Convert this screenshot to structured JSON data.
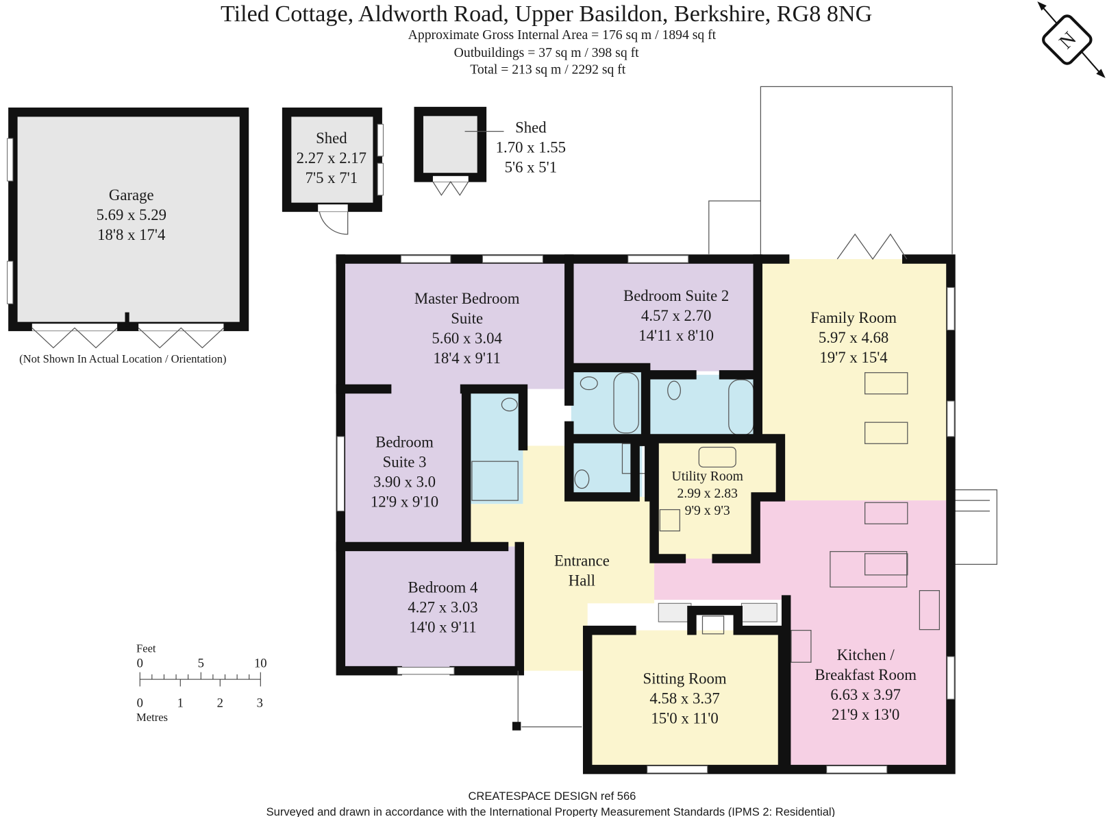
{
  "header": {
    "title": "Tiled Cottage, Aldworth Road, Upper Basildon, Berkshire, RG8 8NG",
    "area_lines": [
      "Approximate Gross Internal Area = 176 sq m / 1894 sq ft",
      "Outbuildings = 37 sq m /  398 sq ft",
      "Total = 213 sq m /  2292 sq ft"
    ]
  },
  "compass": {
    "label": "N"
  },
  "outbuildings": {
    "garage": {
      "name": "Garage",
      "metric": "5.69 x 5.29",
      "imperial": "18'8 x 17'4"
    },
    "shed1": {
      "name": "Shed",
      "metric": "2.27 x 2.17",
      "imperial": "7'5 x 7'1"
    },
    "shed2": {
      "name": "Shed",
      "metric": "1.70 x 1.55",
      "imperial": "5'6 x 5'1"
    },
    "note": "(Not Shown In Actual Location / Orientation)"
  },
  "rooms": {
    "master": {
      "name": [
        "Master Bedroom",
        "Suite"
      ],
      "metric": "5.60 x 3.04",
      "imperial": "18'4 x 9'11"
    },
    "suite2": {
      "name": [
        "Bedroom Suite 2"
      ],
      "metric": "4.57 x 2.70",
      "imperial": "14'11 x 8'10"
    },
    "family": {
      "name": [
        "Family Room"
      ],
      "metric": "5.97 x 4.68",
      "imperial": "19'7 x 15'4"
    },
    "suite3": {
      "name": [
        "Bedroom",
        "Suite 3"
      ],
      "metric": "3.90 x 3.0",
      "imperial": "12'9 x 9'10"
    },
    "utility": {
      "name": [
        "Utility Room"
      ],
      "metric": "2.99 x 2.83",
      "imperial": "9'9 x 9'3"
    },
    "hall": {
      "name": [
        "Entrance",
        "Hall"
      ]
    },
    "bed4": {
      "name": [
        "Bedroom 4"
      ],
      "metric": "4.27 x 3.03",
      "imperial": "14'0 x 9'11"
    },
    "sitting": {
      "name": [
        "Sitting Room"
      ],
      "metric": "4.58 x 3.37",
      "imperial": "15'0 x 11'0"
    },
    "kitchen": {
      "name": [
        "Kitchen /",
        "Breakfast Room"
      ],
      "metric": "6.63 x 3.97",
      "imperial": "21'9 x 13'0"
    }
  },
  "scale": {
    "feet_label": "Feet",
    "feet_ticks": [
      "0",
      "5",
      "10"
    ],
    "metres_label": "Metres",
    "metres_ticks": [
      "0",
      "1",
      "2",
      "3"
    ]
  },
  "footer": {
    "ref": "CREATESPACE DESIGN  ref  566",
    "standard": "Surveyed and drawn in accordance with the International Property Measurement Standards (IPMS 2: Residential)"
  },
  "colors": {
    "bedroom": "#ddd0e6",
    "living": "#fbf5cf",
    "bathroom": "#c9e8f1",
    "kitchen": "#f6d0e4",
    "outbuilding": "#e6e6e6",
    "wall": "#111111"
  }
}
